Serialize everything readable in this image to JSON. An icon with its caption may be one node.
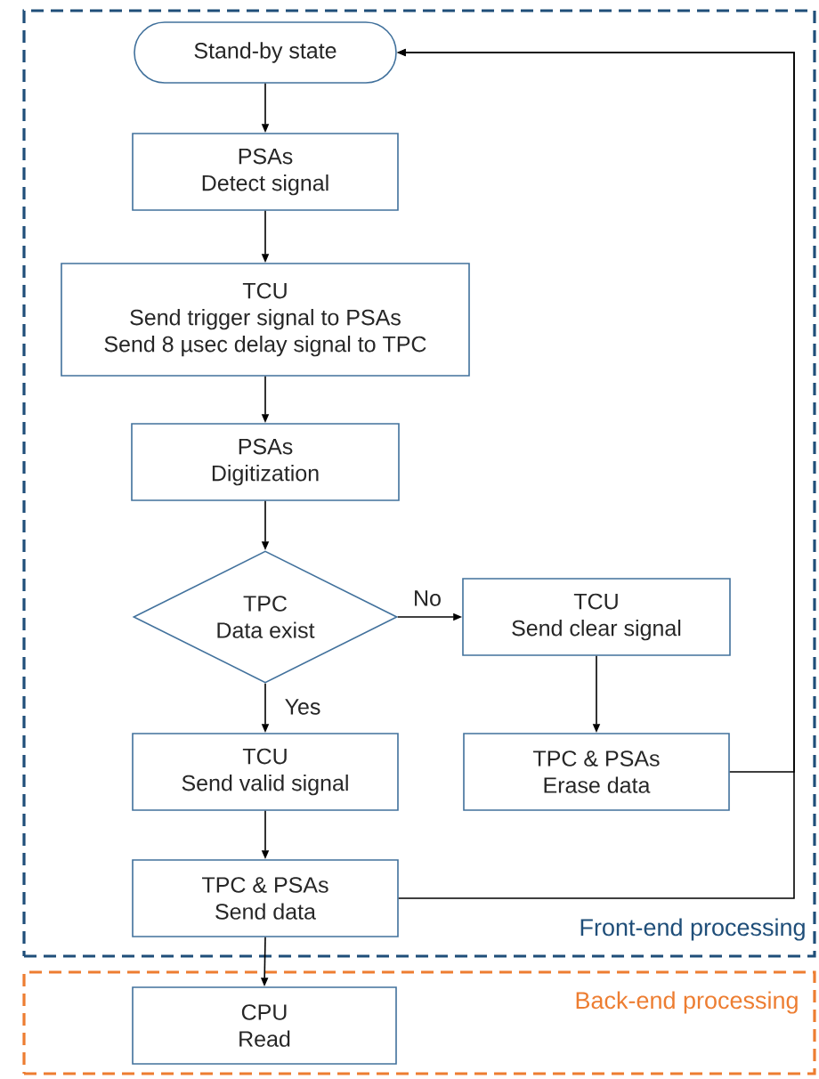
{
  "diagram": {
    "nodes": [
      {
        "text": [
          "Front-end processing"
        ]
      },
      {
        "text": [
          "Back-end processing"
        ]
      },
      {
        "text": [
          "Stand-by state"
        ],
        "in": 0
      },
      {
        "text": [
          "PSAs",
          "Detect signal"
        ],
        "in": 0
      },
      {
        "text": [
          "TCU",
          "Send trigger signal to PSAs",
          "Send 8 µsec delay signal to TPC"
        ],
        "in": 0
      },
      {
        "text": [
          "PSAs",
          "Digitization"
        ],
        "in": 0
      },
      {
        "text": [
          "TPC",
          "Data exist"
        ],
        "in": 0
      },
      {
        "text": [
          "TCU",
          "Send clear signal"
        ],
        "in": 0
      },
      {
        "text": [
          "TCU",
          "Send valid signal"
        ],
        "in": 0
      },
      {
        "text": [
          "TPC & PSAs",
          "Erase data"
        ],
        "in": 0
      },
      {
        "text": [
          "TPC & PSAs",
          "Send data"
        ],
        "in": 0
      },
      {
        "text": [
          "CPU",
          "Read"
        ],
        "in": 1
      }
    ],
    "edges": [
      {
        "from": 2,
        "to": 3,
        "arrow": "to"
      },
      {
        "from": 3,
        "to": 4,
        "arrow": "to"
      },
      {
        "from": 4,
        "to": 5,
        "arrow": "to"
      },
      {
        "from": 5,
        "to": 6,
        "arrow": "to"
      },
      {
        "from": 6,
        "to": 7,
        "arrow": "to",
        "label": "No"
      },
      {
        "from": 6,
        "to": 8,
        "arrow": "to",
        "label": "Yes"
      },
      {
        "from": 7,
        "to": 9,
        "arrow": "to"
      },
      {
        "from": 8,
        "to": 10,
        "arrow": "to"
      },
      {
        "from": 9,
        "to": 2,
        "arrow": "to"
      },
      {
        "from": 10,
        "to": 2,
        "arrow": "to"
      },
      {
        "from": 10,
        "to": 11,
        "arrow": "to"
      }
    ]
  }
}
